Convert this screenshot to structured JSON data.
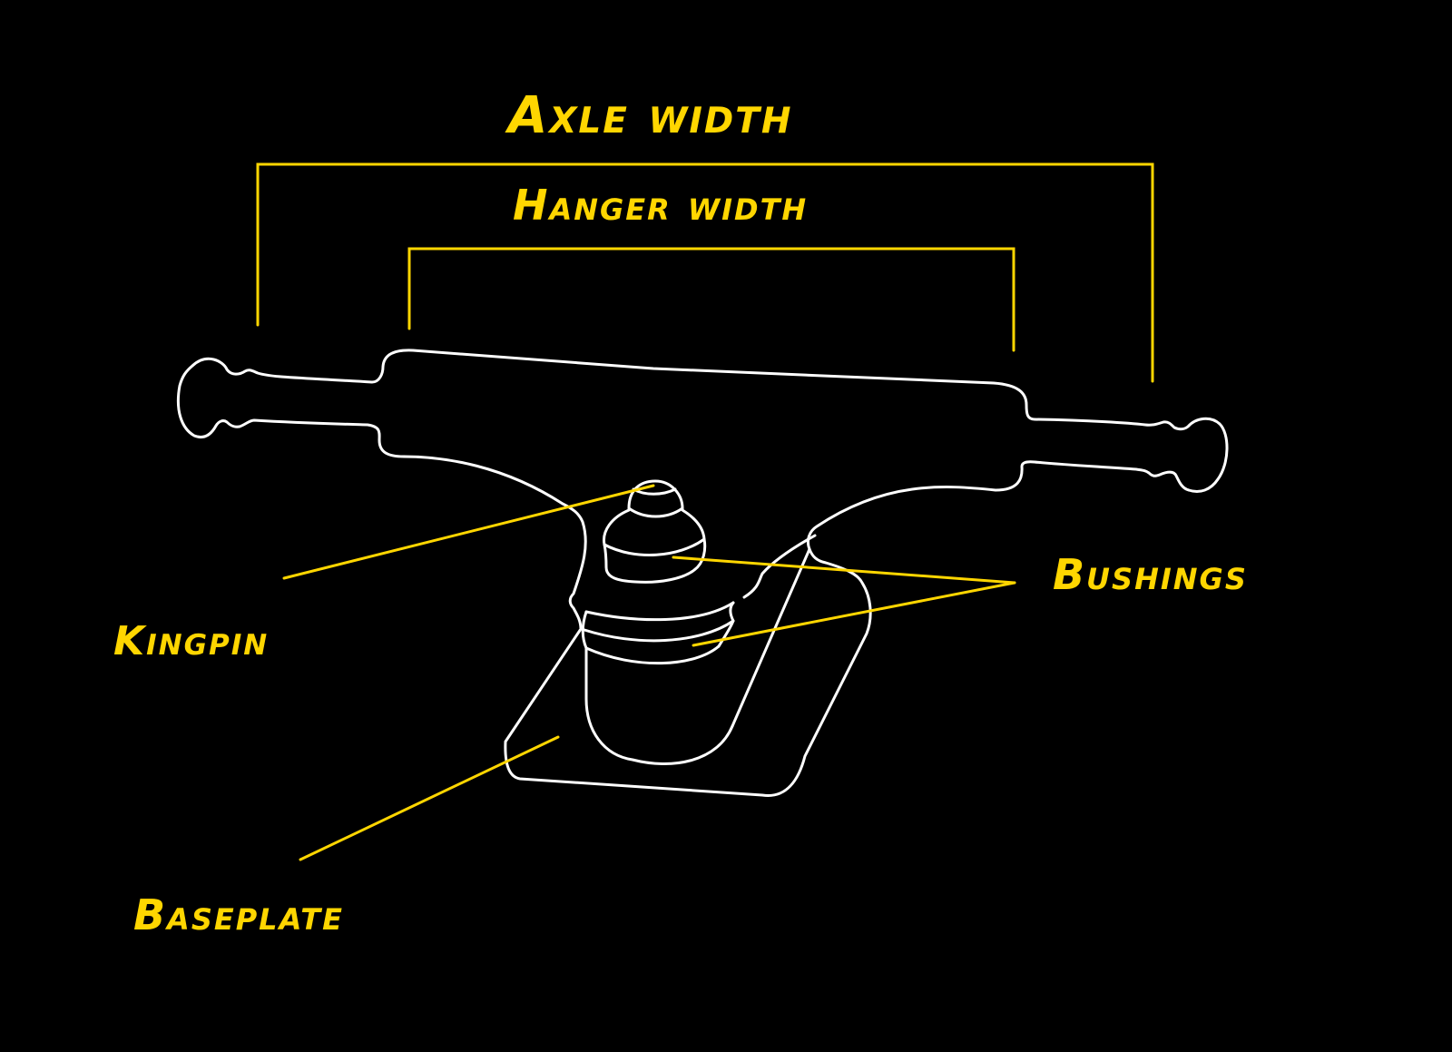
{
  "colors": {
    "background": "#000000",
    "accent": "#FFD600",
    "outline": "#FFFFFF"
  },
  "labels": {
    "axle_width": "Axle width",
    "hanger_width": "Hanger width",
    "kingpin": "Kingpin",
    "bushings": "Bushings",
    "baseplate": "Baseplate"
  }
}
